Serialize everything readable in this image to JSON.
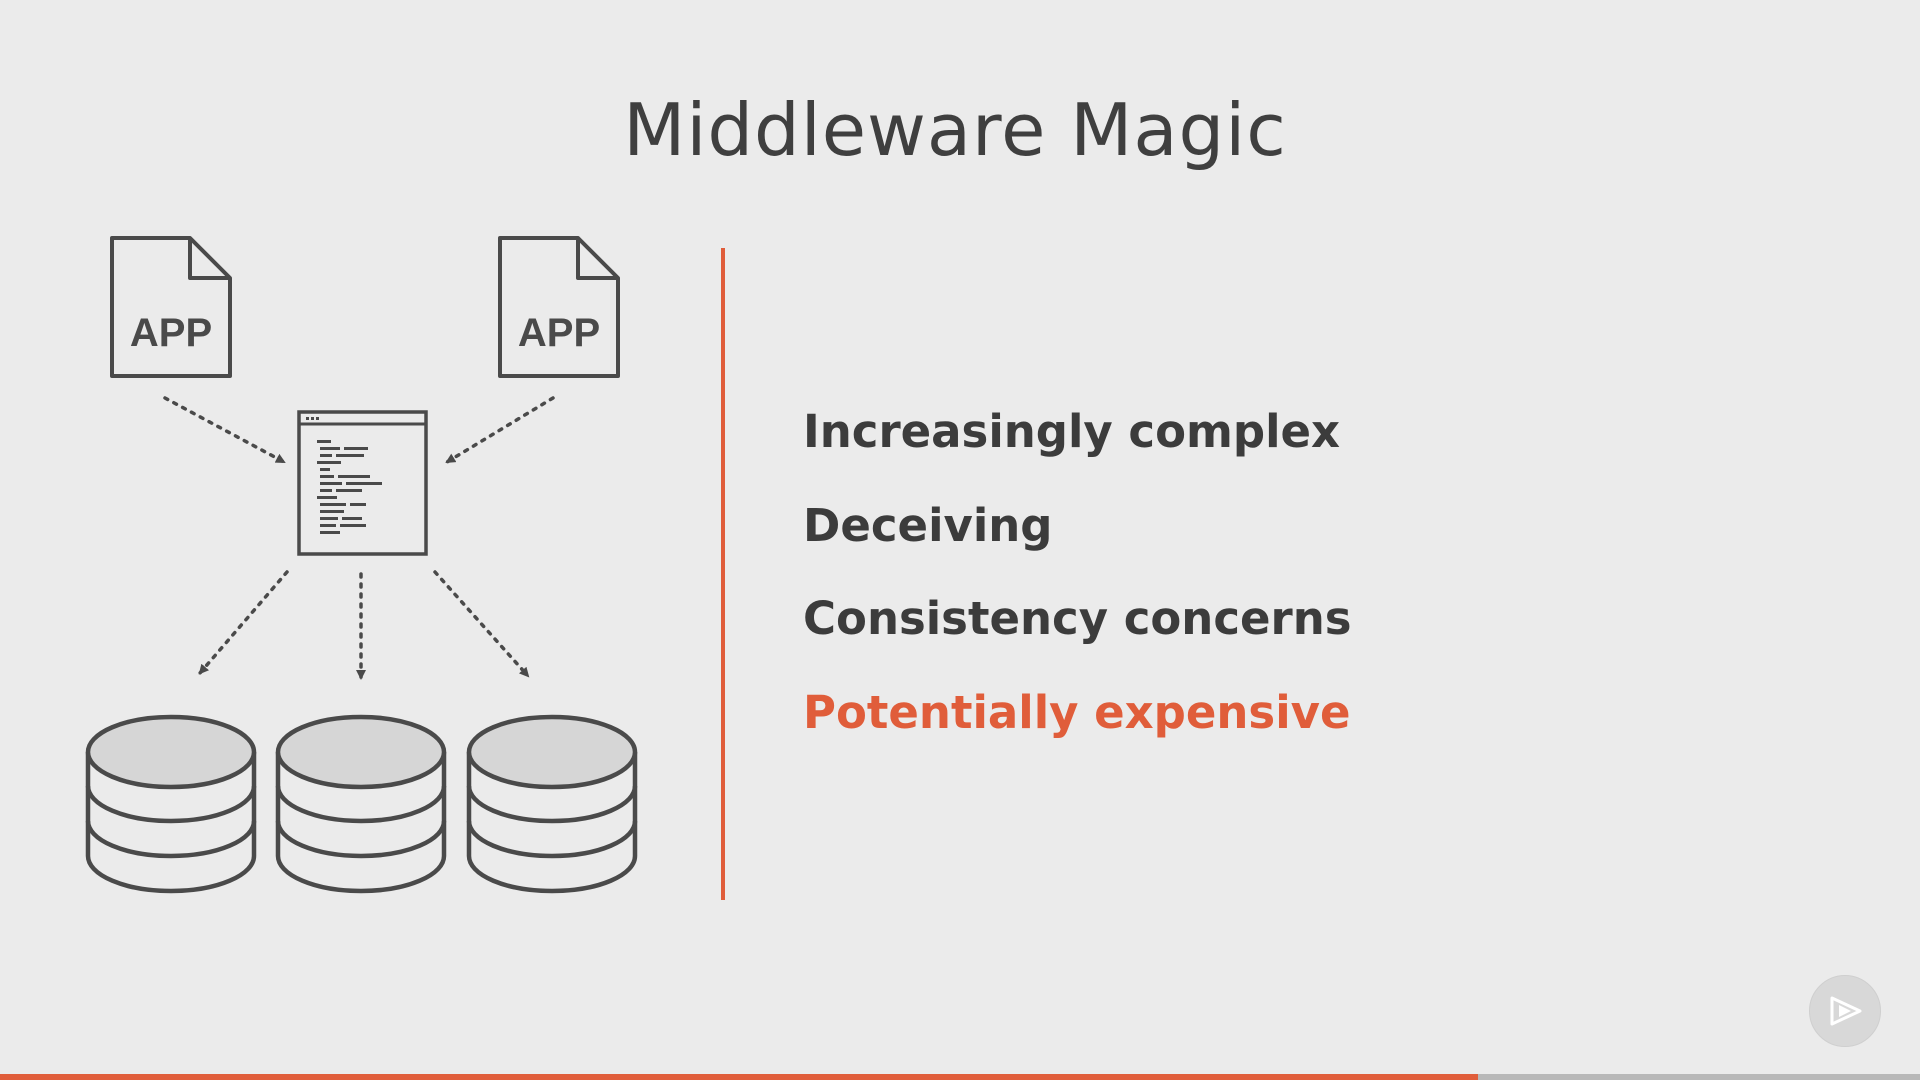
{
  "slide": {
    "title": "Middleware Magic",
    "bullets": [
      {
        "text": "Increasingly complex",
        "highlight": false
      },
      {
        "text": "Deceiving",
        "highlight": false
      },
      {
        "text": "Consistency concerns",
        "highlight": false
      },
      {
        "text": "Potentially expensive",
        "highlight": true
      }
    ]
  },
  "diagram": {
    "apps": [
      {
        "label": "APP",
        "icon": "app-file-icon"
      },
      {
        "label": "APP",
        "icon": "app-file-icon"
      }
    ],
    "middleware_icon": "code-window-icon",
    "databases": [
      {
        "icon": "database-icon"
      },
      {
        "icon": "database-icon"
      },
      {
        "icon": "database-icon"
      }
    ]
  },
  "player": {
    "play_icon": "play-icon",
    "progress": 0.77
  },
  "colors": {
    "accent": "#e05d3a",
    "text": "#3c3c3c",
    "background": "#ebebeb",
    "icon_stroke": "#4a4a4a",
    "db_top_fill": "#d6d6d6"
  }
}
